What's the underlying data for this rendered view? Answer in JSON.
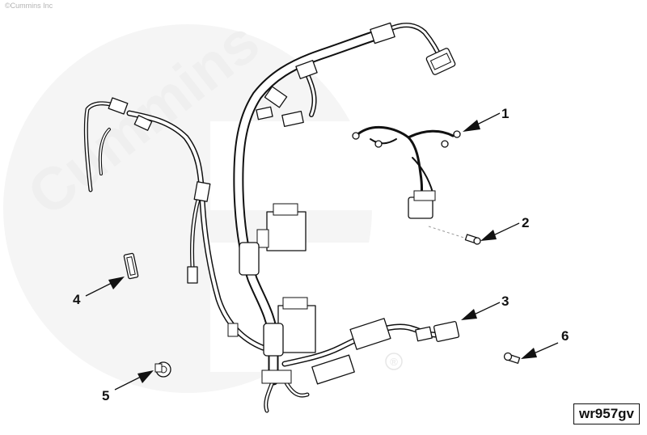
{
  "copyright": "©Cummins Inc",
  "watermark": {
    "brand_text": "Cummins",
    "registered_mark": "®",
    "color": "#efefef"
  },
  "drawing_id": "wr957gv",
  "callouts": [
    {
      "number": "1",
      "part": "sensor-pigtail-harness"
    },
    {
      "number": "2",
      "part": "screw"
    },
    {
      "number": "3",
      "part": "engine-wiring-harness"
    },
    {
      "number": "4",
      "part": "clip"
    },
    {
      "number": "5",
      "part": "grommet"
    },
    {
      "number": "6",
      "part": "capscrew"
    }
  ],
  "colors": {
    "line": "#111111",
    "background": "#ffffff"
  }
}
